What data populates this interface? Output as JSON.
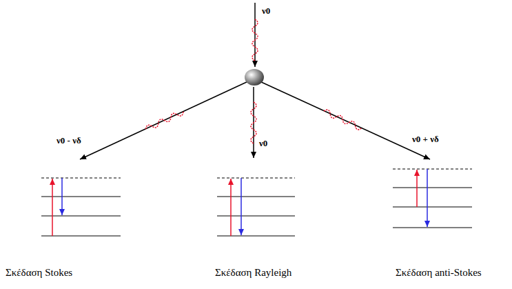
{
  "diagram": {
    "labels": [
      "ν0",
      "ν0 - νδ",
      "ν0",
      "ν0 + νδ",
      "Σκέδαση Stokes",
      "Σκέδαση Rayleigh",
      "Σκέδαση anti-Stokes"
    ]
  }
}
